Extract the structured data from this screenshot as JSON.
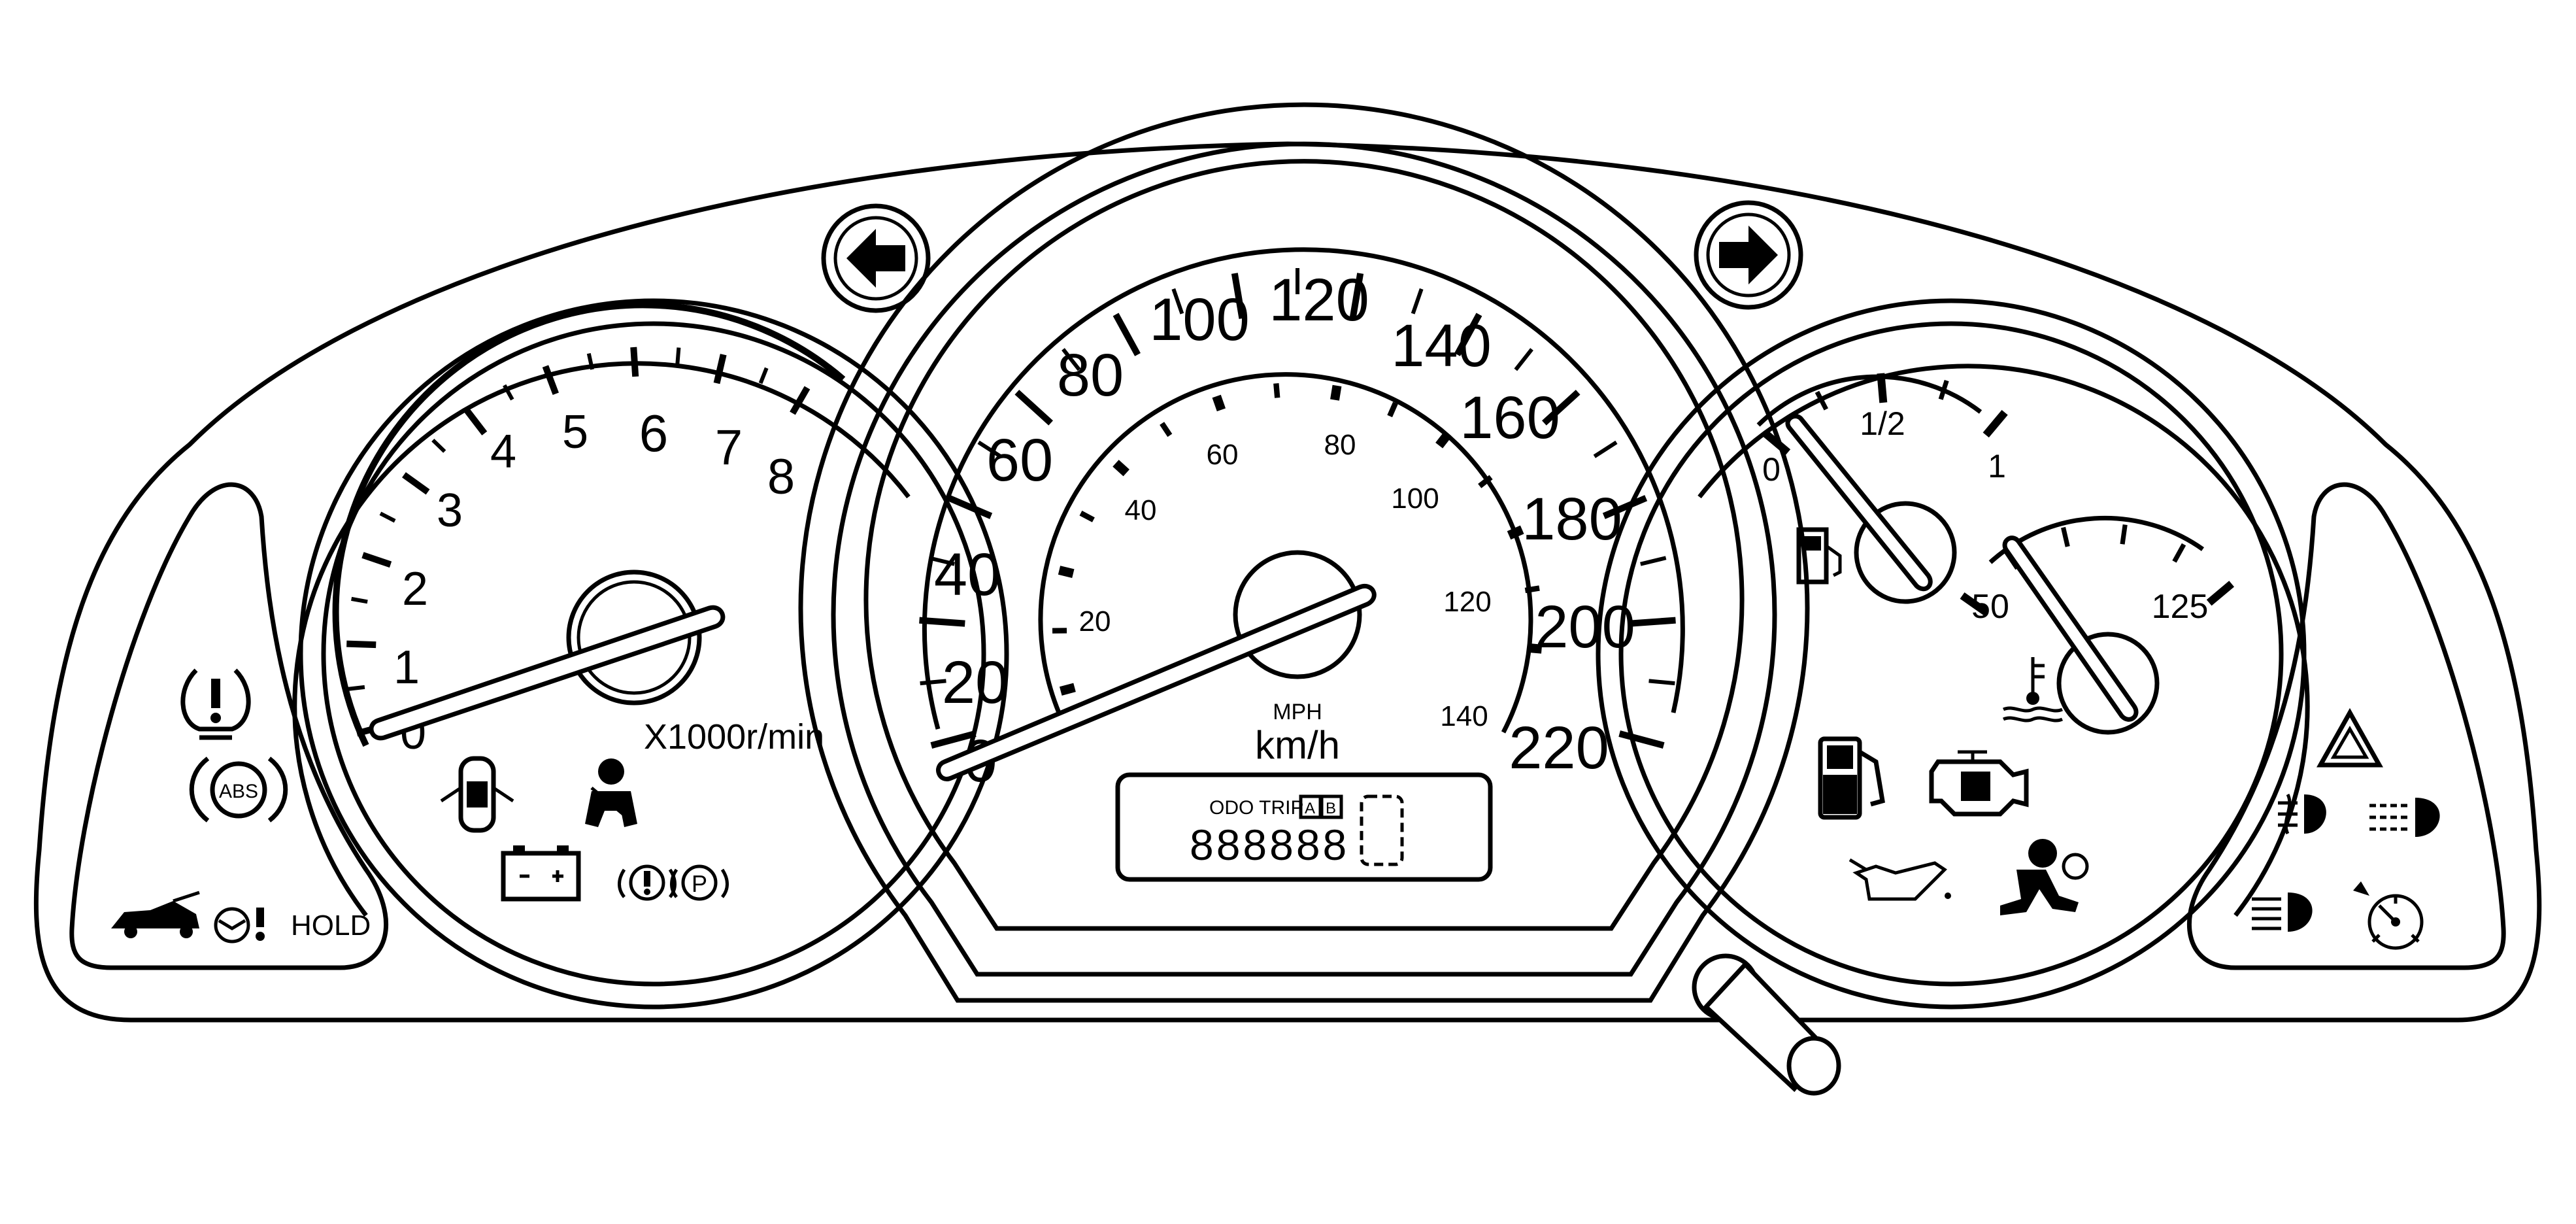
{
  "tachometer": {
    "ticks": [
      "0",
      "1",
      "2",
      "3",
      "4",
      "5",
      "6",
      "7",
      "8"
    ],
    "unit": "X1000r/min"
  },
  "speedometer": {
    "kmh_ticks": [
      "0",
      "20",
      "40",
      "60",
      "80",
      "100",
      "120",
      "140",
      "160",
      "180",
      "200",
      "220"
    ],
    "mph_ticks": [
      "20",
      "40",
      "60",
      "80",
      "100",
      "120",
      "140"
    ],
    "mph_label": "MPH",
    "kmh_label": "km/h"
  },
  "odometer": {
    "mode_label": "ODO TRIP",
    "trip_a": "A",
    "trip_b": "B",
    "digits": "888888"
  },
  "fuel_gauge": {
    "empty_label": "0",
    "half_label": "1/2",
    "full_label": "1"
  },
  "temp_gauge": {
    "low_label": "50",
    "high_label": "125"
  },
  "indicators": {
    "abs_label": "ABS",
    "hold_label": "HOLD",
    "brake_p_label": "P"
  },
  "icons": [
    "left-turn-arrow-icon",
    "right-turn-arrow-icon",
    "tire-pressure-warning-icon",
    "abs-warning-icon",
    "hood-open-icon",
    "steering-warning-icon",
    "door-ajar-icon",
    "seatbelt-reminder-icon",
    "battery-icon",
    "brake-warning-icon",
    "parking-brake-icon",
    "fuel-pump-icon",
    "coolant-temperature-icon",
    "low-fuel-icon",
    "check-engine-icon",
    "oil-pressure-icon",
    "airbag-warning-icon",
    "hazard-icon",
    "fog-light-icon",
    "rear-fog-light-icon",
    "high-beam-icon",
    "cruise-control-icon",
    "trip-reset-knob"
  ]
}
